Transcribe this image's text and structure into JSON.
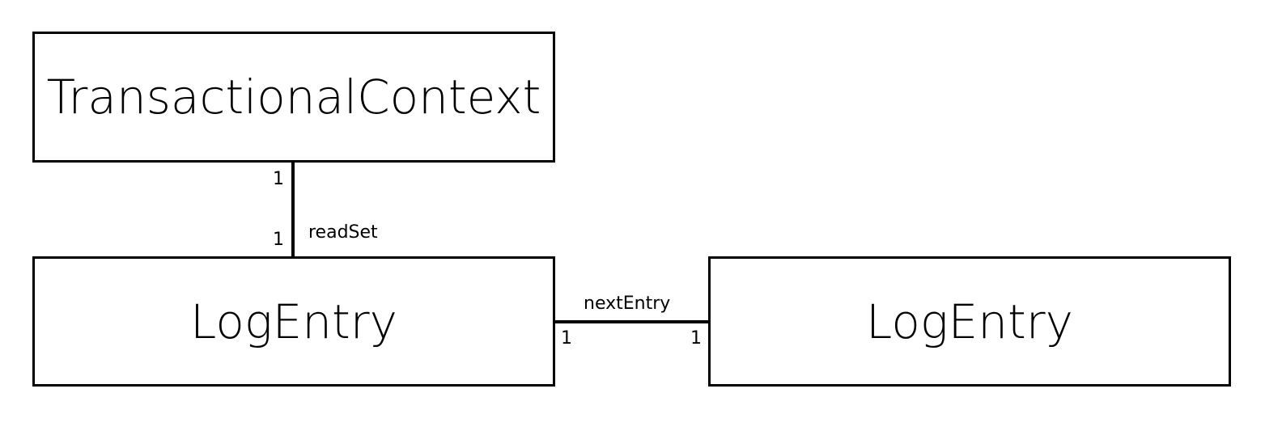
{
  "classes": {
    "context": {
      "name": "TransactionalContext"
    },
    "entry_left": {
      "name": "LogEntry"
    },
    "entry_right": {
      "name": "LogEntry"
    }
  },
  "associations": {
    "read_set": {
      "role": "readSet",
      "source_multiplicity": "1",
      "target_multiplicity": "1"
    },
    "next_entry": {
      "role": "nextEntry",
      "source_multiplicity": "1",
      "target_multiplicity": "1"
    }
  }
}
